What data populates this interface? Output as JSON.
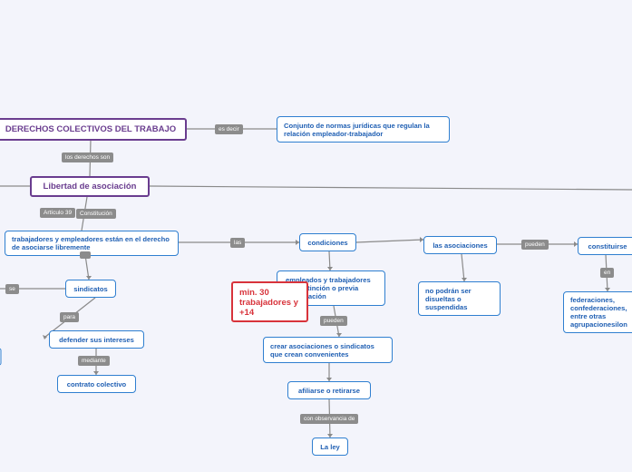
{
  "nodes": {
    "derechos": "DERECHOS COLECTIVOS DEL TRABAJO",
    "conjunto": "Conjunto de normas jurídicas que regulan la relación empleador-trabajador",
    "libertad": "Libertad de asociación",
    "trabajadores": "trabajadores y empleadores están en el derecho de asociarse libremente",
    "condiciones": "condiciones",
    "asociaciones": "las asociaciones",
    "constituirse": "constituirse",
    "sindicatos": "sindicatos",
    "empleados": "empleados y trabajadores sin distinción o previa autorización",
    "min30": "min. 30 trabajadores y +14",
    "no_podran": "no podrán ser disueltas o suspendidas",
    "federaciones": "federaciones, confederaciones, entre otras agrupacionesilon",
    "defender": "defender sus intereses",
    "crear": "crear asociaciones o sindicatos que crean convenientes",
    "contrato": "contrato colectivo",
    "afiliarse": "afiliarse o retirarse",
    "la_ley": "La ley"
  },
  "labels": {
    "es_decir": "es decir",
    "los_derechos_son": "los derechos son",
    "articulo": "Artículo 39",
    "constitucion": "Constitución",
    "las": "las",
    "pueden_asoc": "pueden",
    "en": "en",
    "se": "se",
    "para": "para",
    "pueden_emp": "pueden",
    "mediante": "mediante",
    "con_observancia": "con observancia de"
  },
  "colors": {
    "background": "#f3f4fb",
    "node_border": "#2f7fd0",
    "node_text": "#1f5fb3",
    "main_border": "#6a3d8f",
    "alert": "#d8333b",
    "label_bg": "#8c8c8c",
    "line": "#8a8a8a"
  }
}
